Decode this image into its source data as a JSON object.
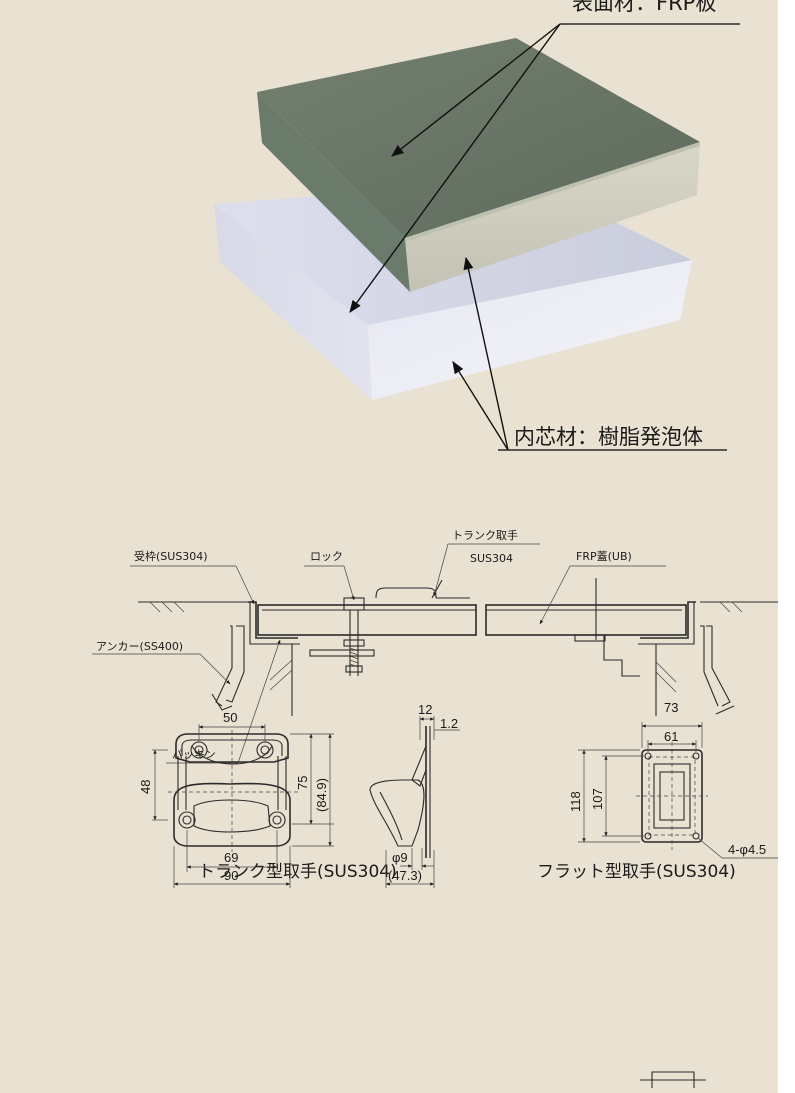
{
  "top_section": {
    "surface_label": "表面材：FRP板",
    "core_label": "内芯材：樹脂発泡体"
  },
  "section_view": {
    "frame_label": "受枠(SUS304)",
    "lock_label": "ロック",
    "handle_label": "トランク取手",
    "handle_material": "SUS304",
    "lid_label": "FRP蓋(UB)",
    "anchor_label": "アンカー(SS400)",
    "packing_label": "パッキン"
  },
  "trunk_handle": {
    "title": "トランク型取手(SUS304)",
    "dims": {
      "d50": "50",
      "d48": "48",
      "d75": "75",
      "d84": "(84.9)",
      "d69": "69",
      "d90": "90",
      "d12": "12",
      "d1_2": "1.2",
      "d9": "φ9",
      "d47": "(47.3)"
    }
  },
  "flat_handle": {
    "title": "フラット型取手(SUS304)",
    "dims": {
      "d73": "73",
      "d61": "61",
      "d118": "118",
      "d107": "107",
      "d_hole": "4-φ4.5"
    }
  }
}
